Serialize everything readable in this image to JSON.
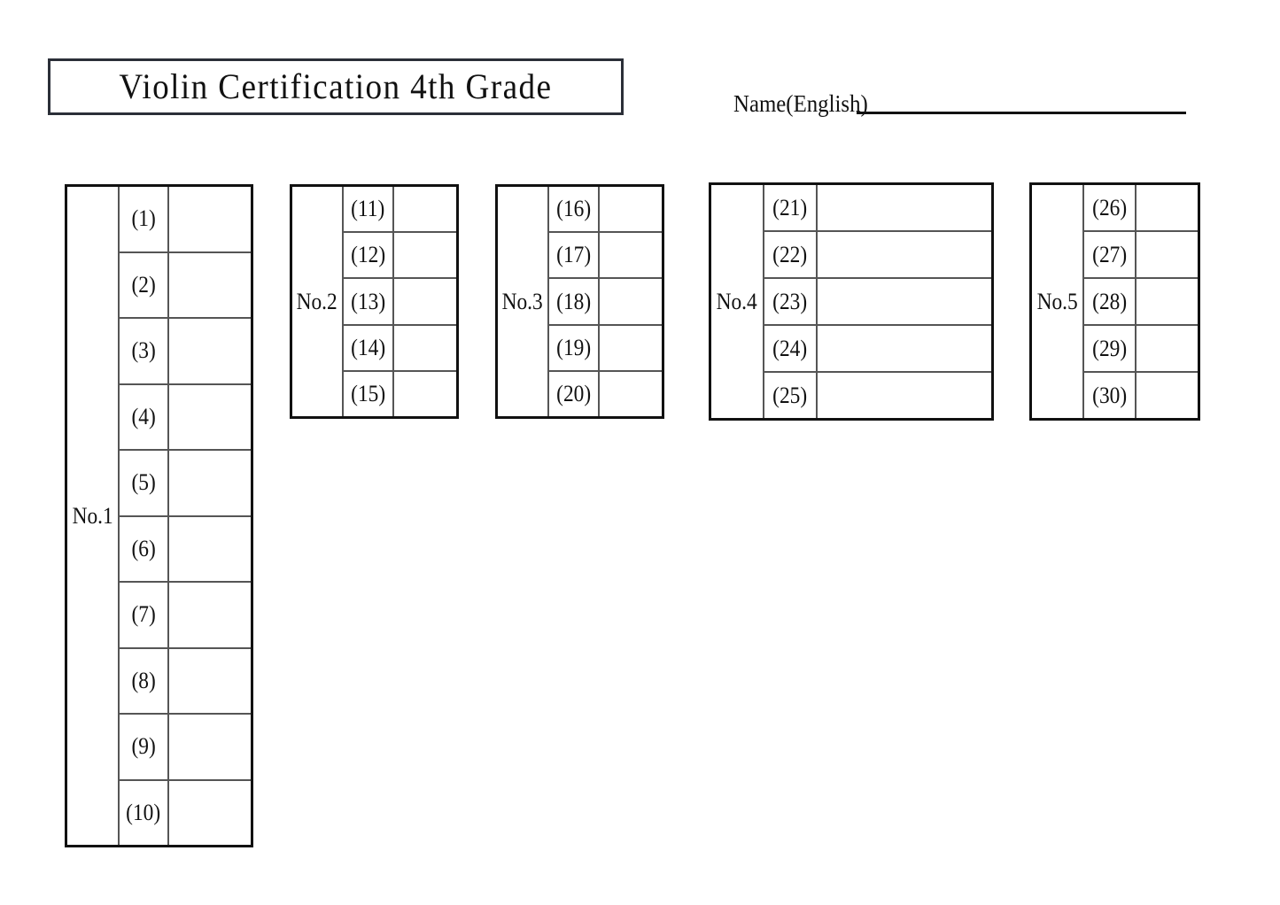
{
  "header": {
    "title": "Violin Certification 4th Grade",
    "name_label": "Name(English)",
    "name_value": ""
  },
  "sections": [
    {
      "id": "no1",
      "label": "No.1",
      "rows": [
        {
          "number": "(1)",
          "answer": ""
        },
        {
          "number": "(2)",
          "answer": ""
        },
        {
          "number": "(3)",
          "answer": ""
        },
        {
          "number": "(4)",
          "answer": ""
        },
        {
          "number": "(5)",
          "answer": ""
        },
        {
          "number": "(6)",
          "answer": ""
        },
        {
          "number": "(7)",
          "answer": ""
        },
        {
          "number": "(8)",
          "answer": ""
        },
        {
          "number": "(9)",
          "answer": ""
        },
        {
          "number": "(10)",
          "answer": ""
        }
      ]
    },
    {
      "id": "no2",
      "label": "No.2",
      "rows": [
        {
          "number": "(11)",
          "answer": ""
        },
        {
          "number": "(12)",
          "answer": ""
        },
        {
          "number": "(13)",
          "answer": ""
        },
        {
          "number": "(14)",
          "answer": ""
        },
        {
          "number": "(15)",
          "answer": ""
        }
      ]
    },
    {
      "id": "no3",
      "label": "No.3",
      "rows": [
        {
          "number": "(16)",
          "answer": ""
        },
        {
          "number": "(17)",
          "answer": ""
        },
        {
          "number": "(18)",
          "answer": ""
        },
        {
          "number": "(19)",
          "answer": ""
        },
        {
          "number": "(20)",
          "answer": ""
        }
      ]
    },
    {
      "id": "no4",
      "label": "No.4",
      "rows": [
        {
          "number": "(21)",
          "answer": ""
        },
        {
          "number": "(22)",
          "answer": ""
        },
        {
          "number": "(23)",
          "answer": ""
        },
        {
          "number": "(24)",
          "answer": ""
        },
        {
          "number": "(25)",
          "answer": ""
        }
      ]
    },
    {
      "id": "no5",
      "label": "No.5",
      "rows": [
        {
          "number": "(26)",
          "answer": ""
        },
        {
          "number": "(27)",
          "answer": ""
        },
        {
          "number": "(28)",
          "answer": ""
        },
        {
          "number": "(29)",
          "answer": ""
        },
        {
          "number": "(30)",
          "answer": ""
        }
      ]
    }
  ],
  "colors": {
    "ink": "#111111",
    "title_border": "#2b2f38",
    "inner_rule": "#555555",
    "paper": "#ffffff"
  }
}
